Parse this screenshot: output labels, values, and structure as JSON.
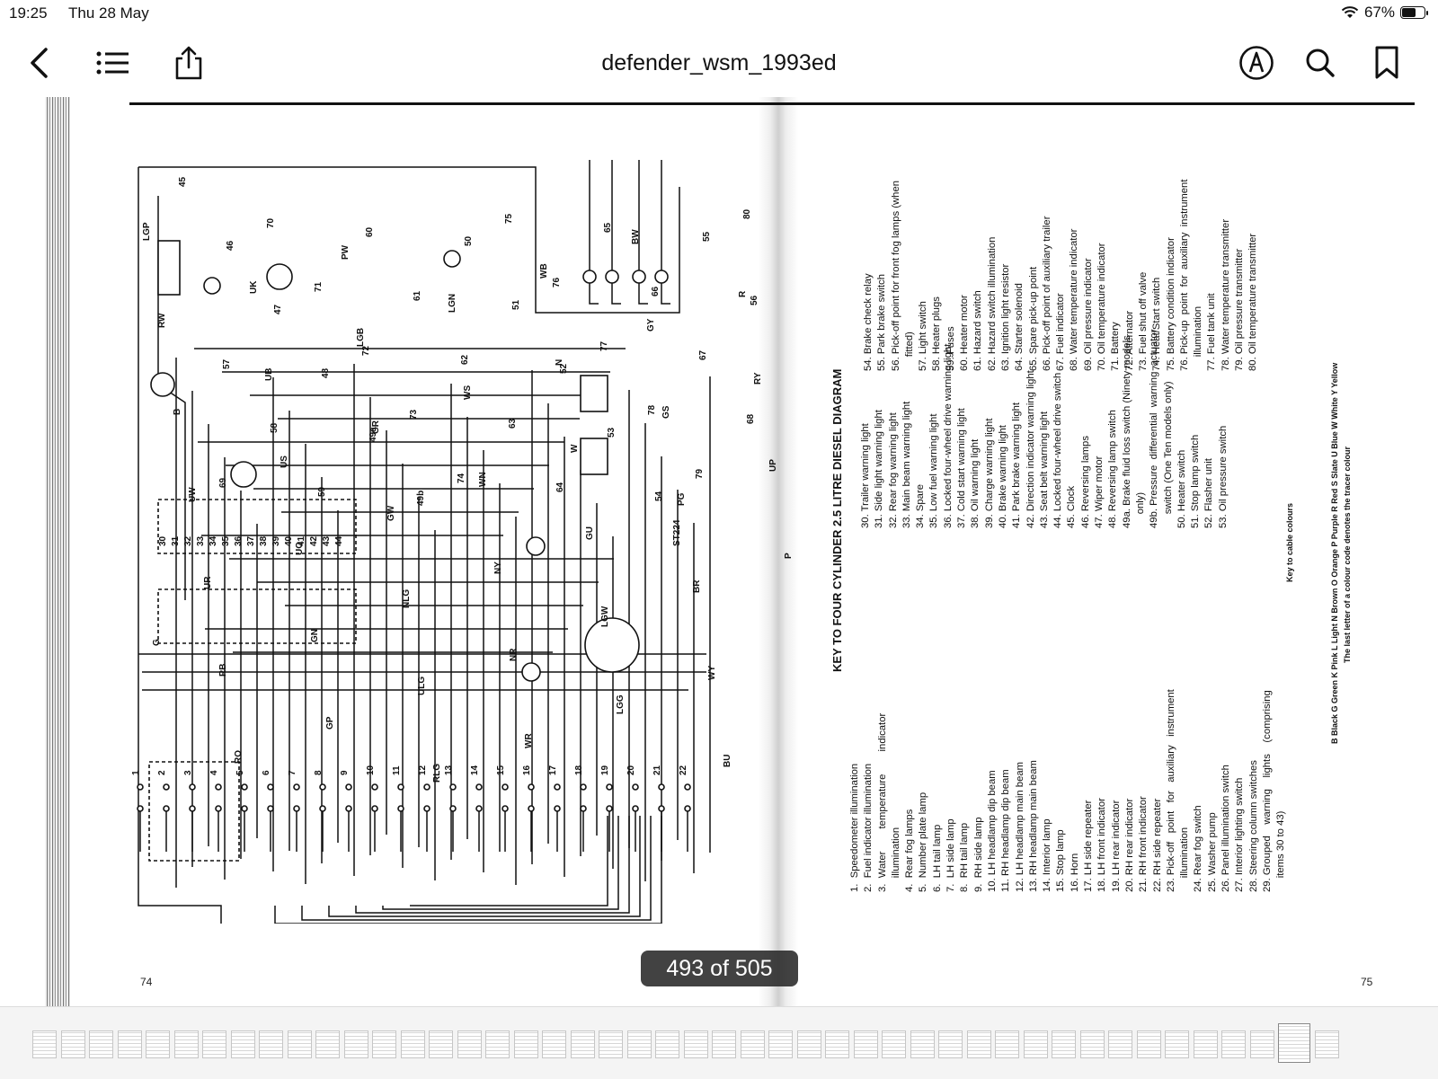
{
  "status": {
    "time": "19:25",
    "date": "Thu 28 May",
    "battery": "67%",
    "battery_level": 0.67
  },
  "toolbar": {
    "title": "defender_wsm_1993ed"
  },
  "page": {
    "left_number": "74",
    "right_number": "75"
  },
  "key": {
    "title": "KEY TO FOUR CYLINDER 2.5 LITRE DIESEL DIAGRAM",
    "col1": "1.  Speedometer illumination\n2.  Fuel indicator illumination\n3.  Water        temperature        indicator\n     illumination\n4.  Rear fog lamps\n5.  Number plate lamp\n6.  LH tail lamp\n7.  LH side lamp\n8.  RH tail lamp\n9.  RH side lamp\n10. LH headlamp dip beam\n11. RH headlamp dip beam\n12. LH headlamp main beam\n13. RH headlamp main beam\n14. Interior lamp\n15. Stop lamp\n16. Horn\n17. LH side repeater\n18. LH front indicator\n19. LH rear indicator\n20. RH rear indicator\n21. RH front indicator\n22. RH side repeater\n23. Pick-off   point   for   auxiliary   instrument\n     illumination\n24. Rear fog switch\n25. Washer pump\n26. Panel illumination switch\n27. Interior lighting switch\n28. Steering column switches\n29. Grouped    warning    lights    (comprising\n     items 30 to 43)",
    "col2": "30. Trailer warning light\n31. Side light warning light\n32. Rear fog warning light\n33. Main beam warning light\n34. Spare\n35. Low fuel warning light\n36. Locked four-wheel drive warning light\n37. Cold start warning light\n38. Oil warning light\n39. Charge warning light\n40. Brake warning light\n41. Park brake warning light\n42. Direction indicator warning light\n43. Seat belt warning light\n44. Locked four-wheel drive switch\n45. Clock\n46. Reversing lamps\n47. Wiper motor\n48. Reversing lamp switch\n49a. Brake fluid loss switch (Ninety models\n     only)\n49b. Pressure  differential  warning  actuator\n     switch (One Ten models only)\n50. Heater switch\n51. Stop lamp switch\n52. Flasher unit\n53. Oil pressure switch",
    "col3": "54. Brake check relay\n55. Park brake switch\n56. Pick-off point for front fog lamps (when\n     fitted)\n57. Light switch\n58. Heater plugs\n59. Fuses\n60. Heater motor\n61. Hazard switch\n62. Hazard switch illumination\n63. Ignition light resistor\n64. Starter solenoid\n65. Spare pick-up point\n66. Pick-off point of auxiliary trailer\n67. Fuel indicator\n68. Water temperature indicator\n69. Oil pressure indicator\n70. Oil temperature indicator\n71. Battery\n72. Alternator\n73. Fuel shut off valve\n74. Heat/Start switch\n75. Battery condition indicator\n76. Pick-up  point  for  auxiliary  instrument\n     illumination\n77. Fuel tank unit\n78. Water temperature transmitter\n79. Oil pressure transmitter\n80. Oil temperature transmitter",
    "cable_title": "Key to cable colours",
    "cable_line1": "B Black G Green K Pink L Light N Brown O Orange P Purple R Red S Slate U Blue W White Y Yellow",
    "cable_line2": "The last letter of a colour code denotes the tracer colour"
  },
  "diagram": {
    "ref": "ST224",
    "labels": [
      "LGP",
      "RW",
      "B",
      "UW",
      "UR",
      "RB",
      "RO",
      "UK",
      "UB",
      "US",
      "UO",
      "GN",
      "GP",
      "PW",
      "LGB",
      "GR",
      "GW",
      "NLG",
      "ULG",
      "RLG",
      "LGN",
      "WS",
      "WN",
      "NY",
      "NR",
      "WR",
      "WB",
      "N",
      "W",
      "GU",
      "LGW",
      "LGG",
      "BW",
      "GY",
      "GS",
      "PG",
      "BR",
      "WY",
      "BU",
      "R",
      "RY",
      "UP",
      "P",
      "G"
    ],
    "components": [
      "1",
      "2",
      "3",
      "4",
      "5",
      "6",
      "7",
      "8",
      "9",
      "10",
      "11",
      "12",
      "13",
      "14",
      "15",
      "16",
      "17",
      "18",
      "19",
      "20",
      "21",
      "22",
      "23",
      "24",
      "25",
      "26",
      "27",
      "28",
      "29",
      "30",
      "31",
      "32",
      "33",
      "34",
      "35",
      "36",
      "37",
      "38",
      "39",
      "40",
      "41",
      "42",
      "43",
      "44",
      "45",
      "46",
      "47",
      "48",
      "49a",
      "49b",
      "50",
      "51",
      "52",
      "53",
      "54",
      "55",
      "56",
      "57",
      "58",
      "59",
      "60",
      "61",
      "62",
      "63",
      "64",
      "65",
      "66",
      "67",
      "68",
      "69",
      "70",
      "71",
      "72",
      "73",
      "74",
      "75",
      "76",
      "77",
      "78",
      "79",
      "80"
    ]
  },
  "pager": {
    "label": "493 of 505"
  },
  "thumbs": {
    "count": 46,
    "current_index": 44
  }
}
